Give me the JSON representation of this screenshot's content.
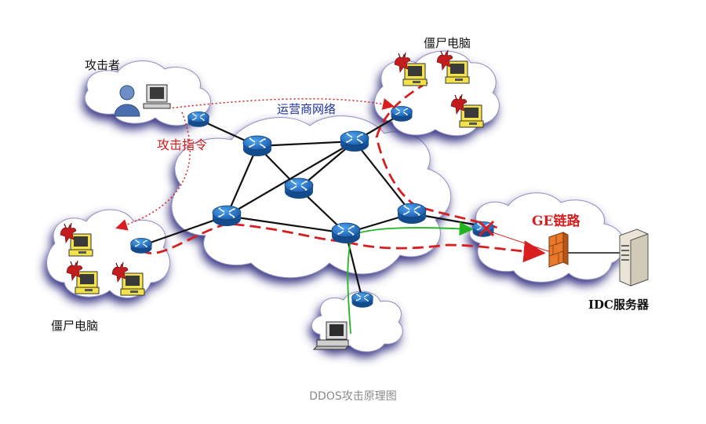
{
  "labels": {
    "attacker": "攻击者",
    "carrier_network": "运营商网络",
    "attack_command": "攻击指令",
    "zombie_top": "僵尸电脑",
    "zombie_left": "僵尸电脑",
    "ge_link": "GE链路",
    "idc_server": "IDC服务器"
  },
  "caption": "DDOS攻击原理图",
  "colors": {
    "cloud_fill": "#ffffff",
    "cloud_shadow": "#3c3a86",
    "router": "#1f6fc4",
    "attack_path": "#d81e1e",
    "normal_path": "#22b522",
    "link": "#111111",
    "firewall": "#e8782a"
  },
  "icons": {
    "router": "router-icon",
    "zombie": "zombie-computer-icon",
    "attacker": "attacker-user-icon",
    "server": "server-tower-icon",
    "firewall": "firewall-icon",
    "client": "client-computer-icon",
    "blocked": "red-x-icon"
  }
}
